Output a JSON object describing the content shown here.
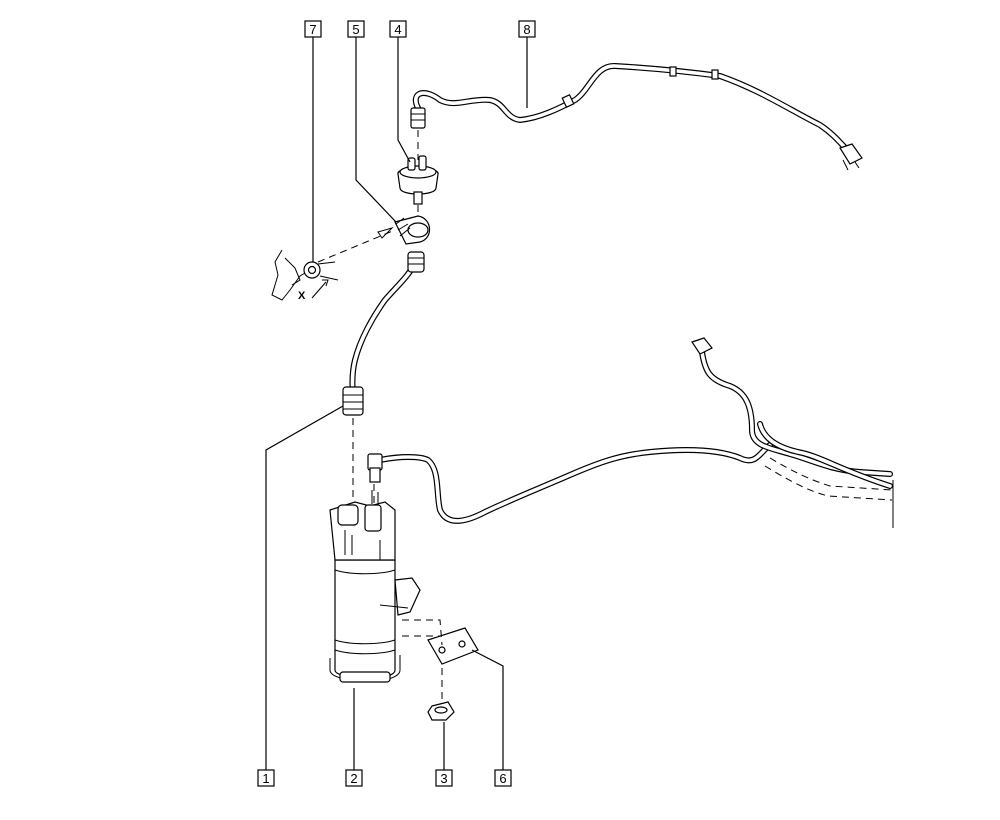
{
  "callouts": [
    {
      "id": "1",
      "label": "1"
    },
    {
      "id": "2",
      "label": "2"
    },
    {
      "id": "3",
      "label": "3"
    },
    {
      "id": "4",
      "label": "4"
    },
    {
      "id": "5",
      "label": "5"
    },
    {
      "id": "6",
      "label": "6"
    },
    {
      "id": "7",
      "label": "7"
    },
    {
      "id": "8",
      "label": "8"
    }
  ],
  "annotations": {
    "dimension_label": "X"
  }
}
